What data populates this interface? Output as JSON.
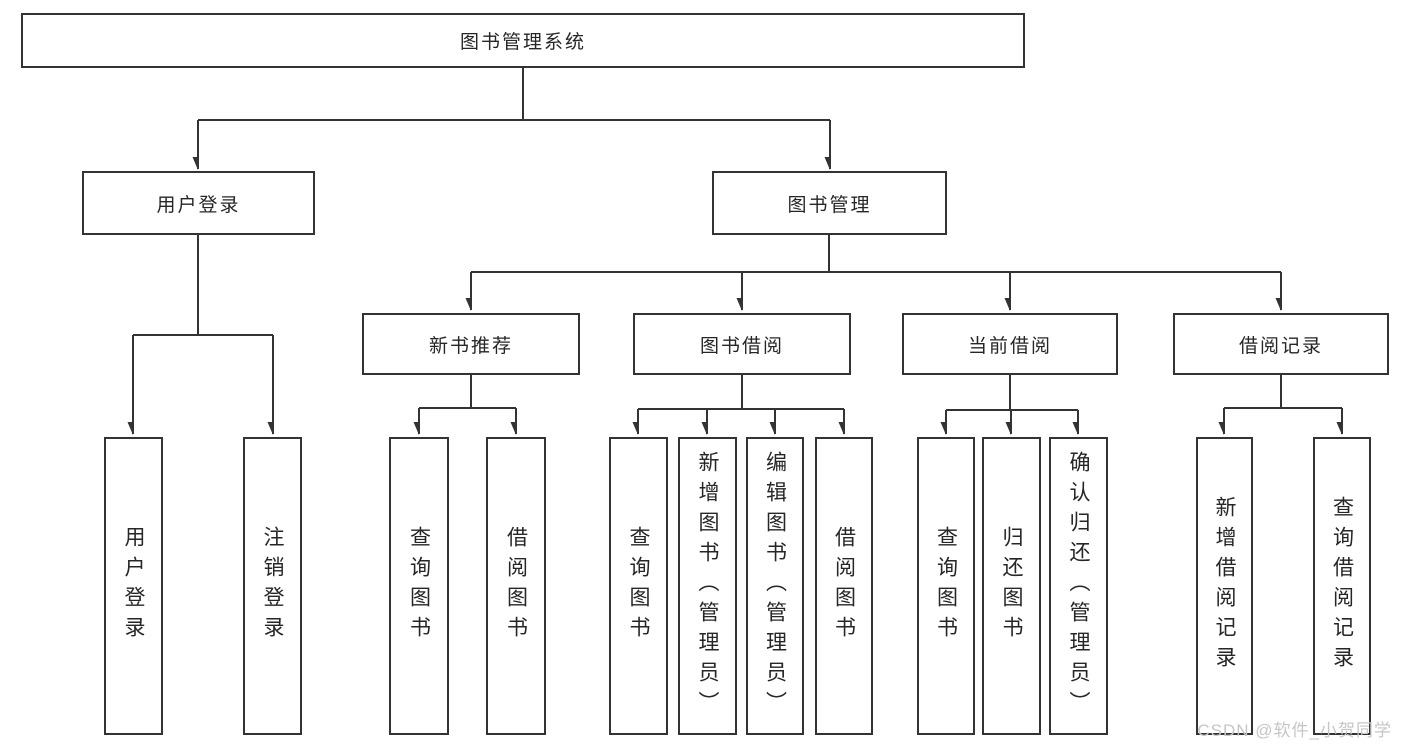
{
  "tree": {
    "root": {
      "label": "图书管理系统"
    },
    "branches": [
      {
        "label": "用户登录",
        "children": [
          {
            "label": "用户登录"
          },
          {
            "label": "注销登录"
          }
        ]
      },
      {
        "label": "图书管理",
        "children": [
          {
            "label": "新书推荐",
            "children": [
              {
                "label": "查询图书"
              },
              {
                "label": "借阅图书"
              }
            ]
          },
          {
            "label": "图书借阅",
            "children": [
              {
                "label": "查询图书"
              },
              {
                "label": "新增图书（管理员）"
              },
              {
                "label": "编辑图书（管理员）"
              },
              {
                "label": "借阅图书"
              }
            ]
          },
          {
            "label": "当前借阅",
            "children": [
              {
                "label": "查询图书"
              },
              {
                "label": "归还图书"
              },
              {
                "label": "确认归还（管理员）"
              }
            ]
          },
          {
            "label": "借阅记录",
            "children": [
              {
                "label": "新增借阅记录"
              },
              {
                "label": "查询借阅记录"
              }
            ]
          }
        ]
      }
    ]
  },
  "watermark": {
    "text": "CSDN @软件_小贺同学"
  },
  "colors": {
    "line": "#333333",
    "text": "#262626",
    "box_background": "#ffffff",
    "page_background": "#ffffff",
    "watermark": "#c6c6c6"
  }
}
